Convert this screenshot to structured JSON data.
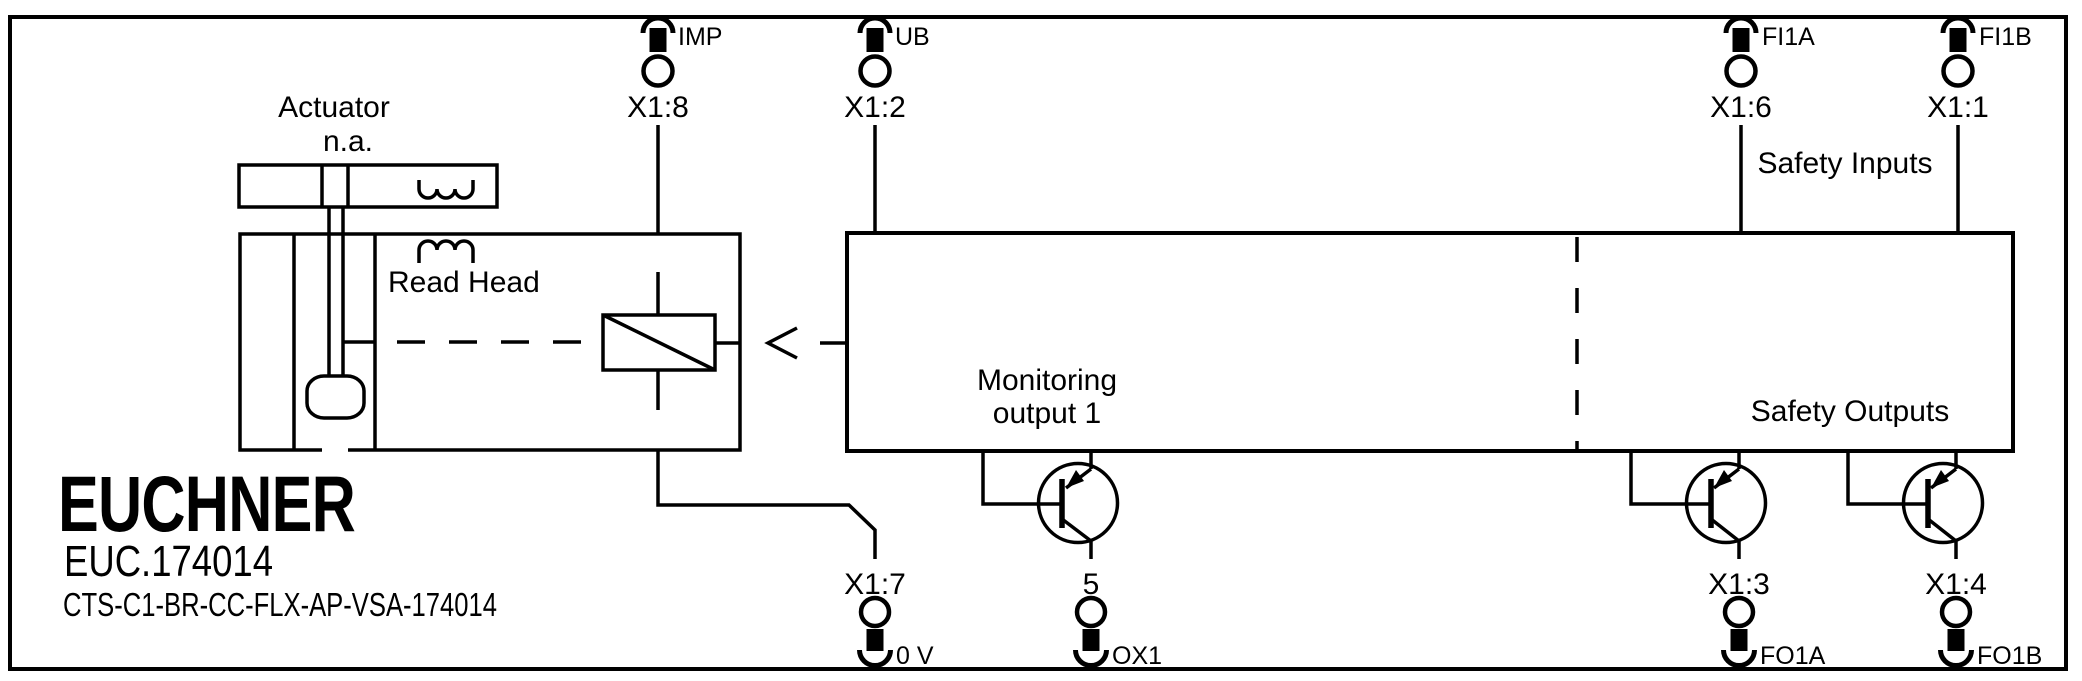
{
  "diagram": {
    "colors": {
      "line": "#000000",
      "background": "#ffffff"
    },
    "brand": {
      "logo": "EUCHNER",
      "drawing_code": "EUC.174014",
      "type_code": "CTS-C1-BR-CC-FLX-AP-VSA-174014"
    },
    "labels": {
      "actuator": "Actuator",
      "actuator_note": "n.a.",
      "read_head": "Read Head",
      "monitoring_line1": "Monitoring",
      "monitoring_line2": "output 1",
      "safety_inputs": "Safety Inputs",
      "safety_outputs": "Safety Outputs"
    },
    "top_terminals": [
      {
        "pin": "X1:8",
        "signal": "IMP"
      },
      {
        "pin": "X1:2",
        "signal": "UB"
      },
      {
        "pin": "X1:6",
        "signal": "FI1A"
      },
      {
        "pin": "X1:1",
        "signal": "FI1B"
      }
    ],
    "bottom_terminals": [
      {
        "pin": "X1:7",
        "signal": "0 V"
      },
      {
        "pin": "5",
        "signal": "OX1"
      },
      {
        "pin": "X1:3",
        "signal": "FO1A"
      },
      {
        "pin": "X1:4",
        "signal": "FO1B"
      }
    ]
  }
}
